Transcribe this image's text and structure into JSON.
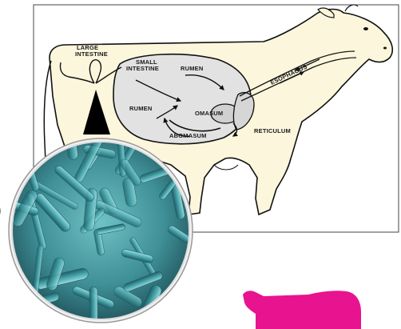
{
  "diagram": {
    "labels": {
      "large_intestine_1": "LARGE",
      "large_intestine_2": "INTESTINE",
      "small_intestine_1": "SMALL",
      "small_intestine_2": "INTESTINE",
      "rumen_top": "RUMEN",
      "rumen_left": "RUMEN",
      "omasum": "OMASUM",
      "abomasum": "ABOMASUM",
      "reticulum": "RETICULUM",
      "esophagus": "ESOPHAGUS"
    },
    "colors": {
      "cow_fill": "#fbf6dc",
      "stomach_fill": "#e2e2e2",
      "outline": "#111111",
      "bacteria": "#3d9aa0",
      "bacteria_dark": "#1d5e66",
      "magenta_blob": "#e8138f"
    }
  }
}
